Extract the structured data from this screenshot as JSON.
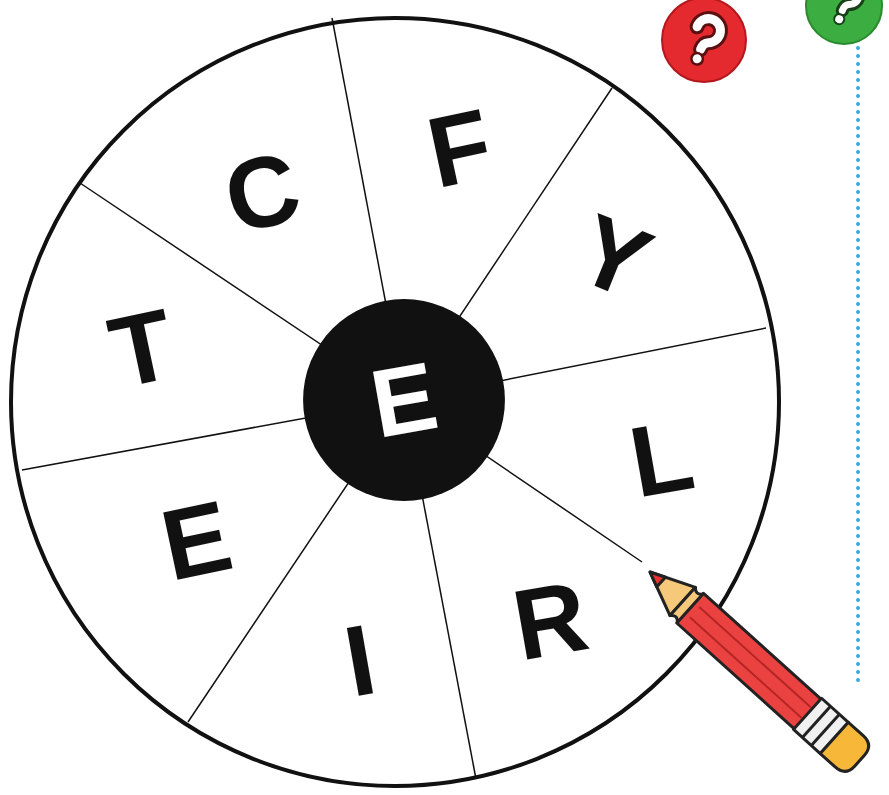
{
  "diagram": {
    "nodes": [
      {
        "text": [
          "C"
        ]
      },
      {
        "text": [
          "F"
        ]
      },
      {
        "text": [
          "Y"
        ]
      },
      {
        "text": [
          "T"
        ]
      },
      {
        "text": [
          "E"
        ]
      },
      {
        "text": [
          "L"
        ]
      },
      {
        "text": [
          "E"
        ]
      },
      {
        "text": [
          "I"
        ]
      },
      {
        "text": [
          "R"
        ]
      }
    ]
  }
}
